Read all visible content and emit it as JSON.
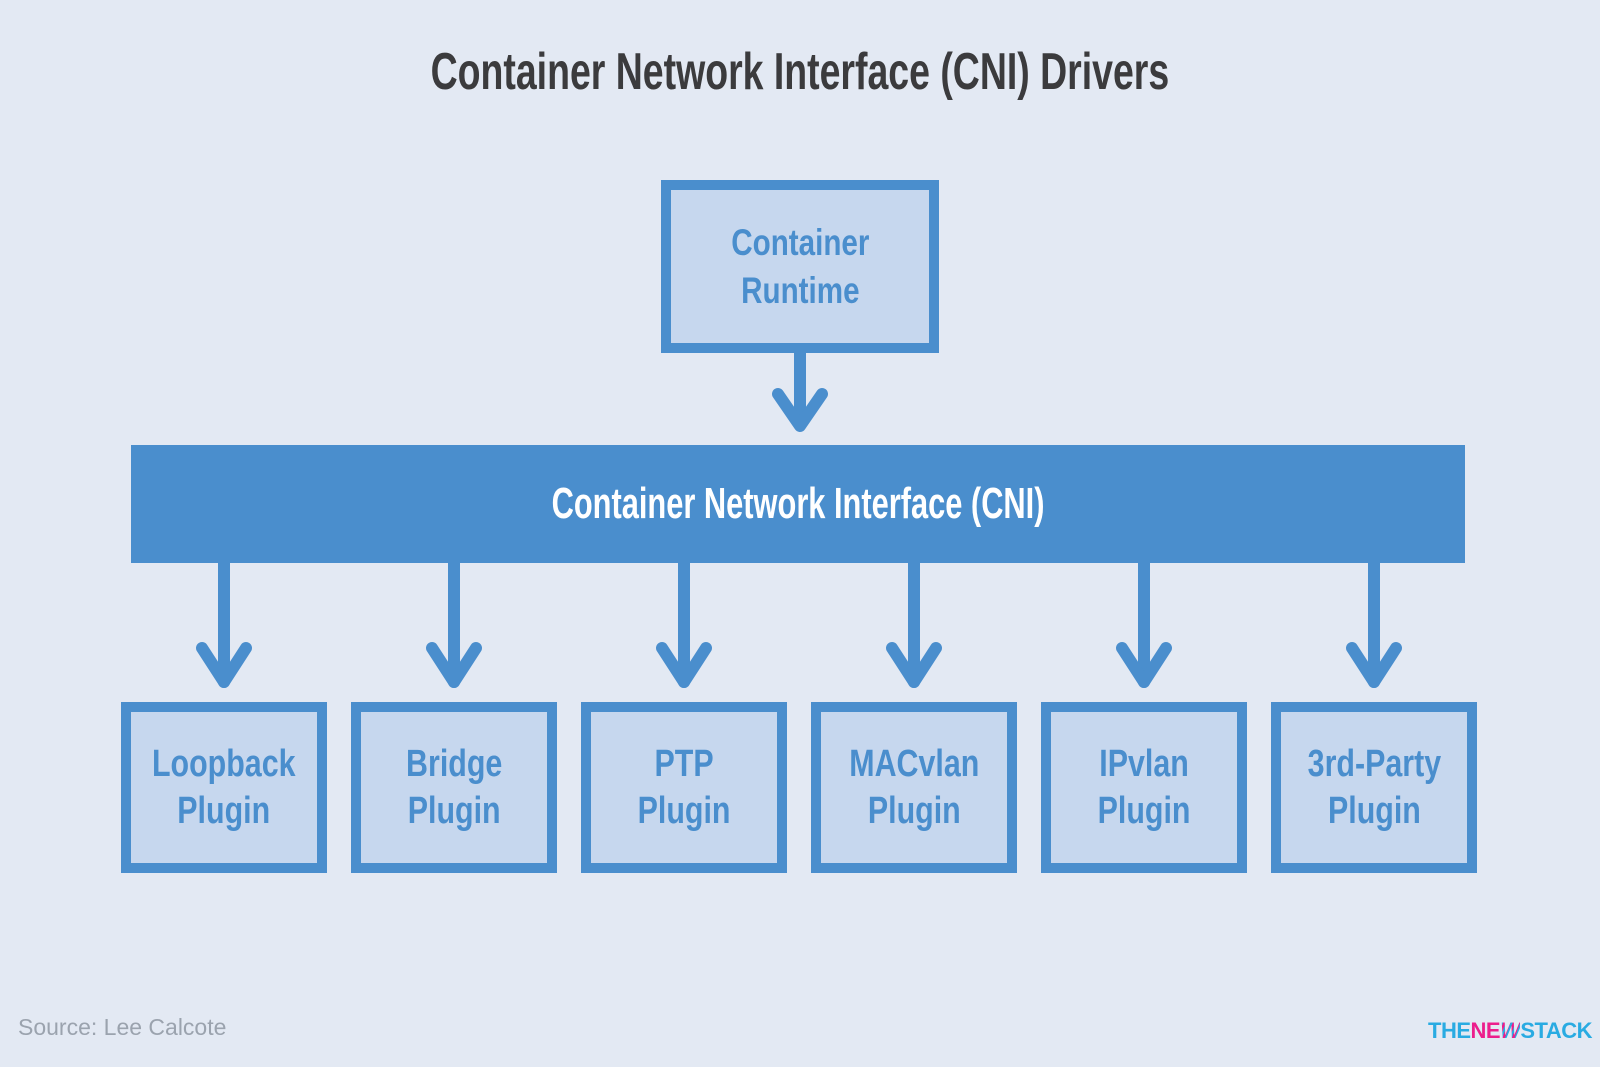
{
  "title": "Container Network Interface (CNI) Drivers",
  "colors": {
    "background": "#e3e9f3",
    "blue": "#4a8ecd",
    "box_fill": "#c6d7ee",
    "bar_text": "#ffffff",
    "title_color": "#3b3b3d",
    "source_color": "#9ba3ae",
    "logo_blue": "#29abe2",
    "logo_pink": "#ec1e8c"
  },
  "runtime": {
    "line1": "Container",
    "line2": "Runtime"
  },
  "cni_bar": {
    "label": "Container Network Interface (CNI)"
  },
  "plugins": [
    {
      "line1": "Loopback",
      "line2": "Plugin"
    },
    {
      "line1": "Bridge",
      "line2": "Plugin"
    },
    {
      "line1": "PTP",
      "line2": "Plugin"
    },
    {
      "line1": "MACvlan",
      "line2": "Plugin"
    },
    {
      "line1": "IPvlan",
      "line2": "Plugin"
    },
    {
      "line1": "3rd-Party",
      "line2": "Plugin"
    }
  ],
  "footer": {
    "source": "Source: Lee Calcote",
    "logo": {
      "the": "THE",
      "ne": "NE",
      "w": "W",
      "stack": "STACK"
    }
  }
}
